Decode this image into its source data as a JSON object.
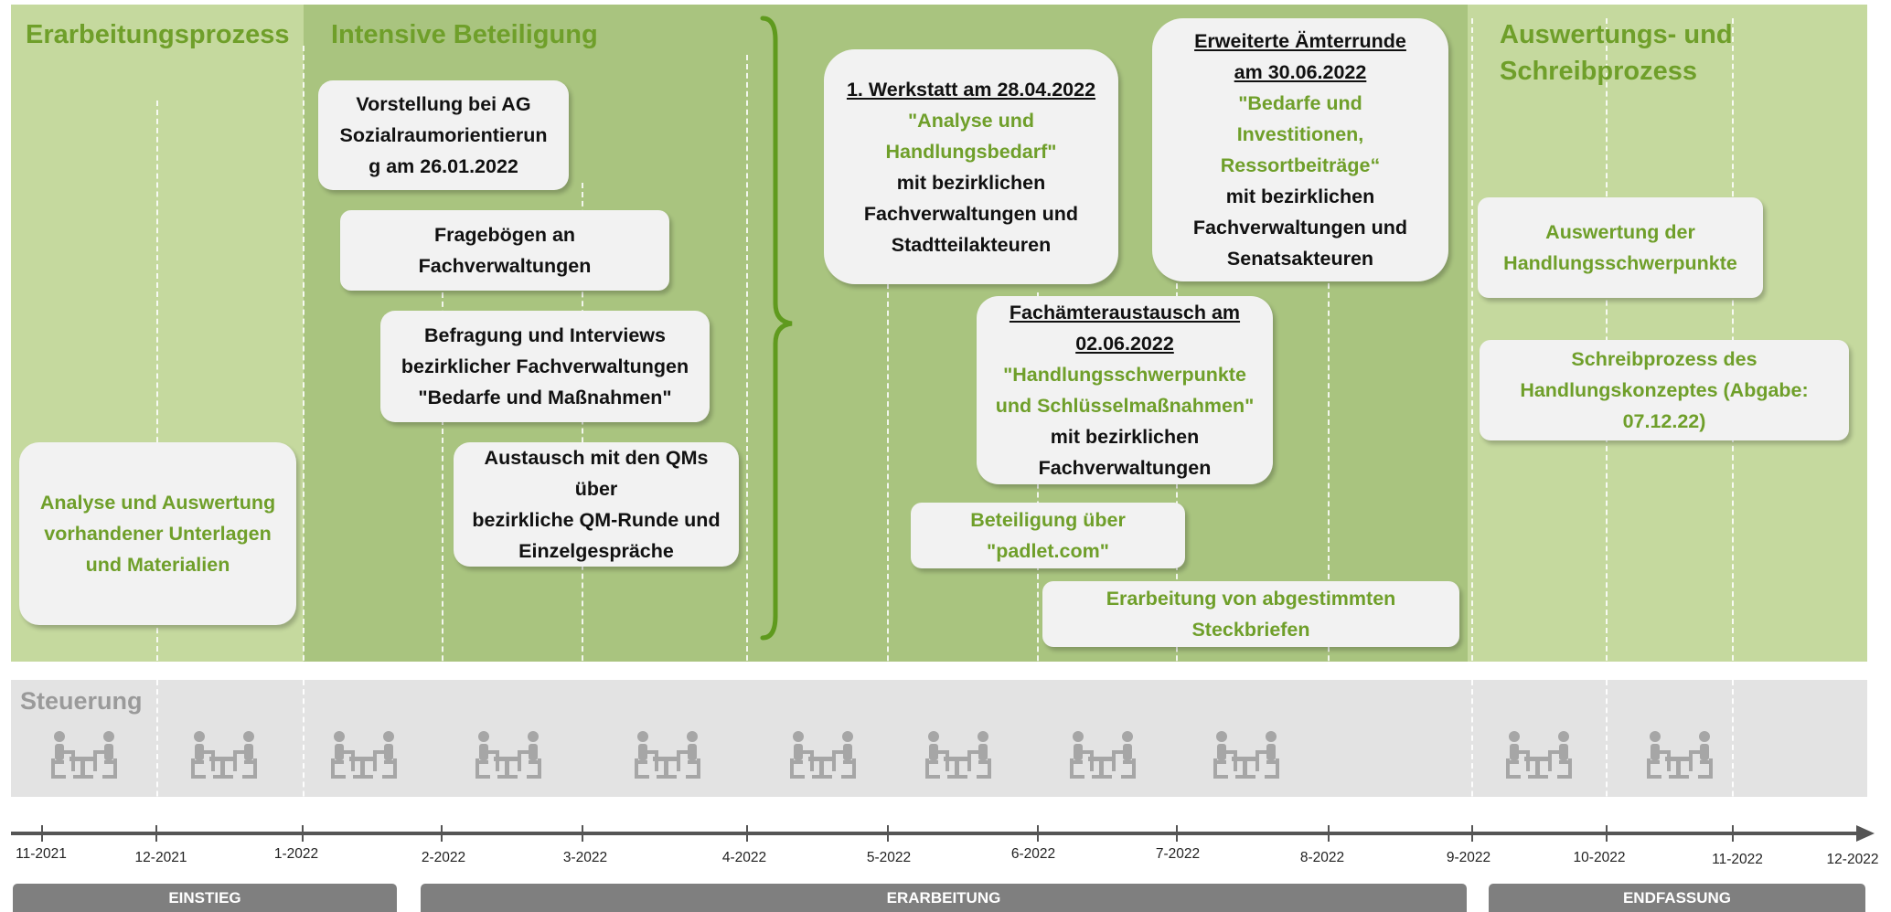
{
  "phases": {
    "erarbeitungsprozess": "Erarbeitungsprozess",
    "intensive_beteiligung": "Intensive Beteiligung",
    "auswertung_line1": "Auswertungs- und",
    "auswertung_line2": "Schreibprozess"
  },
  "cards": {
    "analyse": [
      "Analyse und Auswertung",
      "vorhandener Unterlagen",
      "und Materialien"
    ],
    "vorstellung": [
      "Vorstellung bei AG",
      "Sozialraumorientierun",
      "g am 26.01.2022"
    ],
    "frageboegen": "Fragebögen an Fachverwaltungen",
    "befragung": [
      "Befragung und Interviews",
      "bezirklicher Fachverwaltungen",
      "\"Bedarfe und Maßnahmen\""
    ],
    "austausch": [
      "Austausch mit den QMs über",
      "bezirkliche QM-Runde und",
      "Einzelgespräche"
    ],
    "werkstatt": {
      "title": "1. Werkstatt am 28.04.2022",
      "quote": [
        "\"Analyse und",
        "Handlungsbedarf\""
      ],
      "body": [
        "mit bezirklichen",
        "Fachverwaltungen und",
        "Stadtteilakteuren"
      ]
    },
    "erweiterte": {
      "title": [
        "Erweiterte Ämterrunde",
        "am 30.06.2022"
      ],
      "quote": [
        "\"Bedarfe und",
        "Investitionen,",
        "Ressortbeiträge“"
      ],
      "body": [
        "mit bezirklichen",
        "Fachverwaltungen und",
        "Senatsakteuren"
      ]
    },
    "fachaemter": {
      "title": [
        "Fachämteraustausch am",
        "02.06.2022"
      ],
      "quote": [
        "\"Handlungsschwerpunkte",
        "und Schlüsselmaßnahmen\""
      ],
      "body": [
        "mit bezirklichen",
        "Fachverwaltungen"
      ]
    },
    "padlet": [
      "Beteiligung über",
      "\"padlet.com\""
    ],
    "steckbriefe": [
      "Erarbeitung von abgestimmten",
      "Steckbriefen"
    ],
    "auswertung_hs": [
      "Auswertung der",
      "Handlungsschwerpunkte"
    ],
    "schreibprozess": [
      "Schreibprozess des",
      "Handlungskonzeptes (Abgabe:",
      "07.12.22)"
    ]
  },
  "steuerung": {
    "label": "Steuerung",
    "icon": "meeting-icon",
    "meeting_count": 11
  },
  "timeline": {
    "labels": [
      "11-2021",
      "12-2021",
      "1-2022",
      "2-2022",
      "3-2022",
      "4-2022",
      "5-2022",
      "6-2022",
      "7-2022",
      "8-2022",
      "9-2022",
      "10-2022",
      "11-2022",
      "12-2022"
    ]
  },
  "stages": {
    "einstieg": "EINSTIEG",
    "erarbeitung": "ERARBEITUNG",
    "endfassung": "ENDFASSUNG"
  },
  "colors": {
    "zone_light": "#c5d99e",
    "zone_dark": "#a9c47f",
    "accent_green": "#6f9f2a",
    "card_bg": "#f2f2f2",
    "steuerung_bg": "#e3e3e3",
    "stage_bar": "#7f7f7f"
  }
}
